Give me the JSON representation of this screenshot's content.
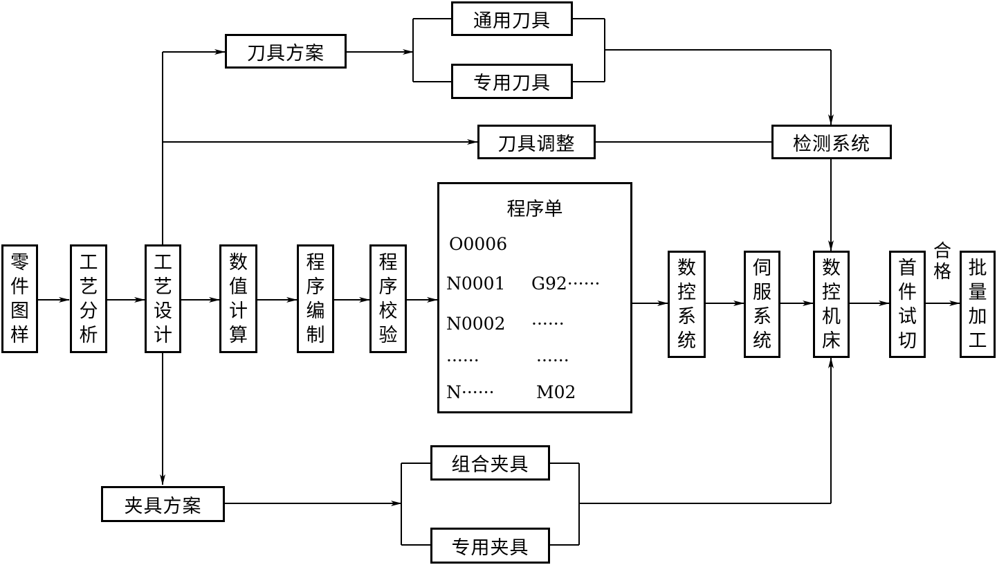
{
  "nodes": {
    "part_drawing": "零件图样",
    "process_analysis": "工艺分析",
    "process_design": "工艺设计",
    "numerical_calc": "数值计算",
    "programming": "程序编制",
    "program_check": "程序校验",
    "nc_system": "数控系统",
    "servo_system": "伺服系统",
    "nc_machine": "数控机床",
    "first_piece_cut": "首件试切",
    "batch_machining": "批量加工",
    "tool_plan": "刀具方案",
    "general_tools": "通用刀具",
    "special_tools": "专用刀具",
    "tool_adjust": "刀具调整",
    "inspection_system": "检测系统",
    "fixture_plan": "夹具方案",
    "modular_fixture": "组合夹具",
    "special_fixture": "专用夹具"
  },
  "program_sheet": {
    "title": "程序单",
    "line1": "O0006",
    "line2_a": "N0001",
    "line2_b": "G92······",
    "line3_a": "N0002",
    "line3_b": "······",
    "line4_a": "······",
    "line4_b": "······",
    "line5_a": "N······",
    "line5_b": "M02"
  },
  "edge_labels": {
    "qualified": "合格"
  }
}
